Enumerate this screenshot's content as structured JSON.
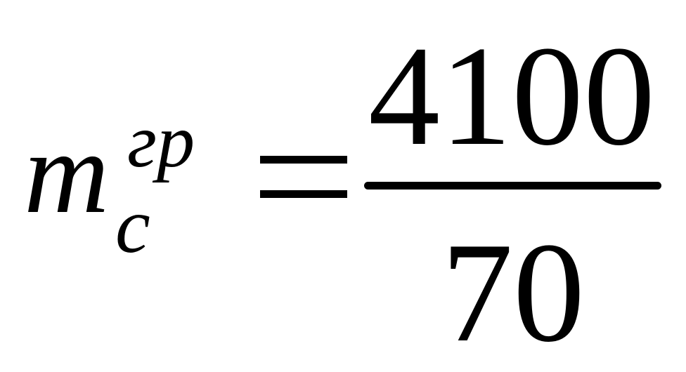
{
  "equation": {
    "symbol": "m",
    "superscript": "гр",
    "subscript": "c",
    "numerator": "4100",
    "denominator": "70"
  }
}
